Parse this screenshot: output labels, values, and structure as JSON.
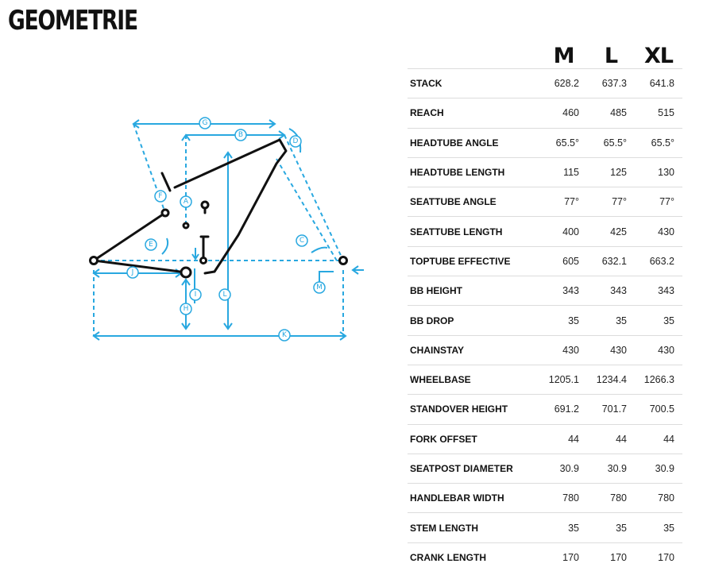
{
  "page": {
    "title": "GEOMETRIE"
  },
  "sizes": [
    "M",
    "L",
    "XL"
  ],
  "rows": [
    {
      "label": "STACK",
      "values": [
        "628.2",
        "637.3",
        "641.8"
      ]
    },
    {
      "label": "REACH",
      "values": [
        "460",
        "485",
        "515"
      ]
    },
    {
      "label": "HEADTUBE ANGLE",
      "values": [
        "65.5°",
        "65.5°",
        "65.5°"
      ]
    },
    {
      "label": "HEADTUBE LENGTH",
      "values": [
        "115",
        "125",
        "130"
      ]
    },
    {
      "label": "SEATTUBE ANGLE",
      "values": [
        "77°",
        "77°",
        "77°"
      ]
    },
    {
      "label": "SEATTUBE LENGTH",
      "values": [
        "400",
        "425",
        "430"
      ]
    },
    {
      "label": "TOPTUBE EFFECTIVE",
      "values": [
        "605",
        "632.1",
        "663.2"
      ]
    },
    {
      "label": "BB HEIGHT",
      "values": [
        "343",
        "343",
        "343"
      ]
    },
    {
      "label": "BB DROP",
      "values": [
        "35",
        "35",
        "35"
      ]
    },
    {
      "label": "CHAINSTAY",
      "values": [
        "430",
        "430",
        "430"
      ]
    },
    {
      "label": "WHEELBASE",
      "values": [
        "1205.1",
        "1234.4",
        "1266.3"
      ]
    },
    {
      "label": "STANDOVER HEIGHT",
      "values": [
        "691.2",
        "701.7",
        "700.5"
      ]
    },
    {
      "label": "FORK OFFSET",
      "values": [
        "44",
        "44",
        "44"
      ]
    },
    {
      "label": "SEATPOST DIAMETER",
      "values": [
        "30.9",
        "30.9",
        "30.9"
      ]
    },
    {
      "label": "HANDLEBAR WIDTH",
      "values": [
        "780",
        "780",
        "780"
      ]
    },
    {
      "label": "STEM LENGTH",
      "values": [
        "35",
        "35",
        "35"
      ]
    },
    {
      "label": "CRANK LENGTH",
      "values": [
        "170",
        "170",
        "170"
      ]
    }
  ],
  "diagram": {
    "labels": {
      "A": "A",
      "B": "B",
      "C": "C",
      "D": "D",
      "E": "E",
      "F": "F",
      "G": "G",
      "H": "H",
      "I": "I",
      "J": "J",
      "K": "K",
      "L": "L",
      "M": "M"
    },
    "colors": {
      "dimension": "#29a8e0",
      "frame": "#111111"
    }
  }
}
